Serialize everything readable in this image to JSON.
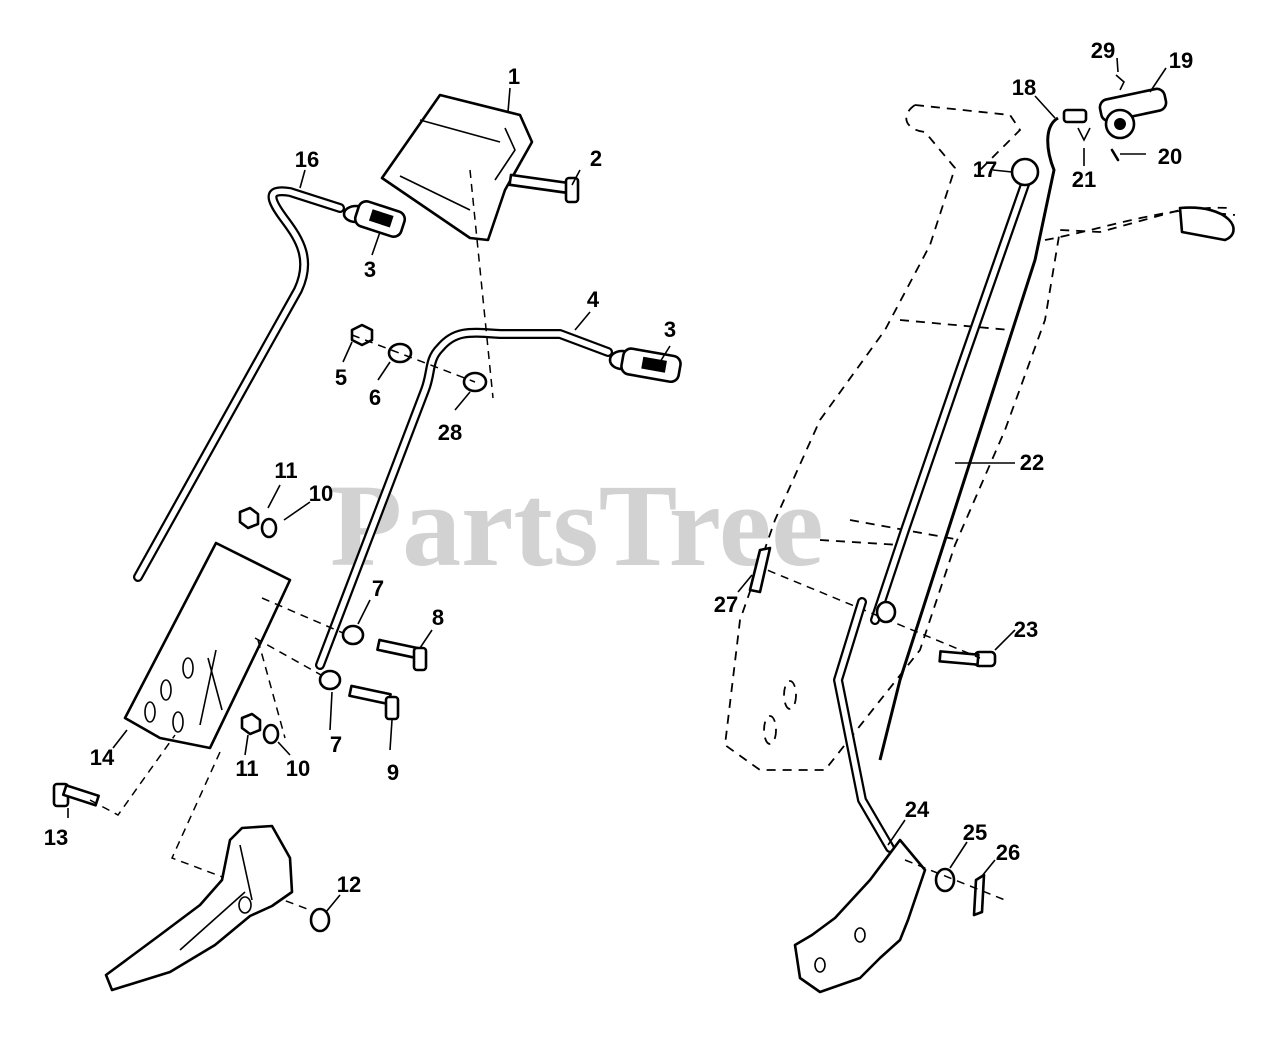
{
  "watermark": "PartsTree",
  "callouts": [
    "1",
    "2",
    "3",
    "3",
    "4",
    "5",
    "6",
    "7",
    "7",
    "8",
    "9",
    "10",
    "10",
    "11",
    "11",
    "12",
    "13",
    "14",
    "16",
    "17",
    "18",
    "19",
    "20",
    "21",
    "22",
    "23",
    "24",
    "25",
    "26",
    "27",
    "28",
    "29"
  ]
}
